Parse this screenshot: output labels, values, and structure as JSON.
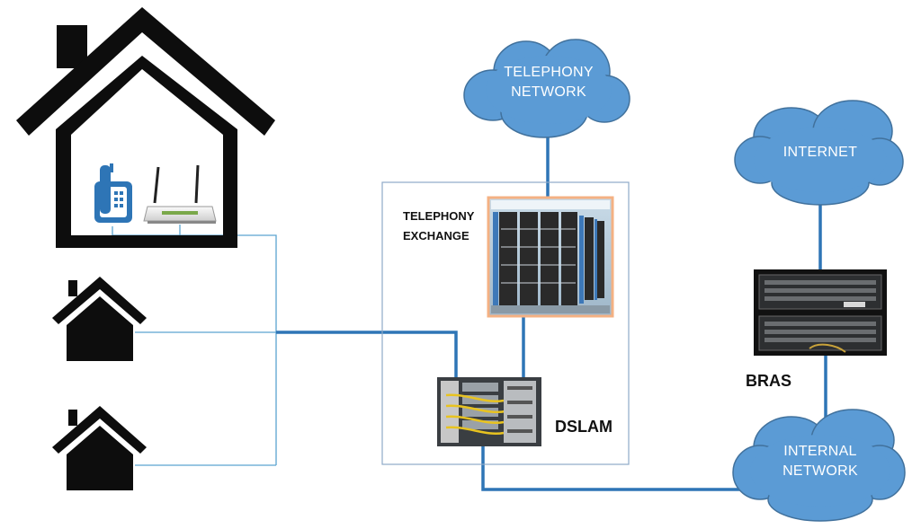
{
  "clouds": {
    "telephony_network": "TELEPHONY\nNETWORK",
    "internet": "INTERNET",
    "internal_network": "INTERNAL\nNETWORK"
  },
  "labels": {
    "telephony_exchange": "TELEPHONY\nEXCHANGE",
    "dslam": "DSLAM",
    "bras": "BRAS"
  },
  "colors": {
    "cloud_fill": "#5b9bd5",
    "cloud_stroke": "#41719c",
    "link_line": "#2e75b6",
    "thin_line": "#5ba3d0",
    "exchange_border": "#f4b183",
    "box_border": "#8ea9c8",
    "house": "#0d0d0d",
    "phone": "#2e75b6"
  },
  "icons": [
    "house-icon",
    "phone-icon",
    "router-icon",
    "house-small-icon",
    "server-rack-icon",
    "dslam-icon",
    "bras-icon",
    "cloud-icon"
  ]
}
